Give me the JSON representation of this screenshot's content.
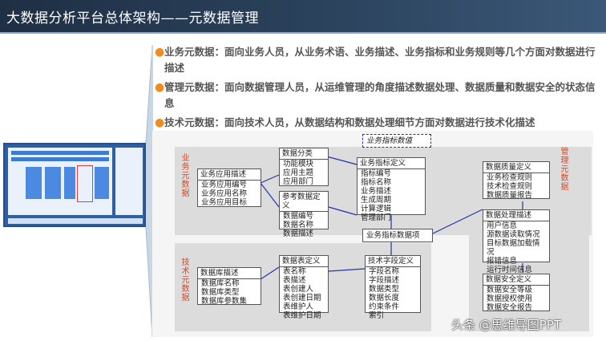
{
  "header": {
    "title": "大数据分析平台总体架构——元数据管理"
  },
  "bullets": [
    {
      "label": "业务元数据",
      "text": "：面向业务人员，从业务术语、业务描述、业务指标和业务规则等几个方面对数据进行描述"
    },
    {
      "label": "管理元数据",
      "text": "：面向数据管理人员，从运维管理的角度描述数据处理、数据质量和数据安全的状态信息"
    },
    {
      "label": "技术元数据",
      "text": "：面向技术人员，从数据结构和数据处理细节方面对数据进行技术化描述"
    }
  ],
  "diagram": {
    "labels": {
      "business": "业务元数据",
      "management": "管理元数据",
      "technical": "技术元数据"
    },
    "business_app": {
      "title": "业务应用描述",
      "rows": [
        "业务应用编号",
        "业务应用名称",
        "业务应用目标"
      ]
    },
    "data_category": {
      "title": "数据分类",
      "rows": [
        "功能模块",
        "应用主题",
        "应用部门"
      ]
    },
    "reference_data": {
      "title": "参考数据定义",
      "rows": [
        "数据编号",
        "数据名称",
        "数据描述"
      ]
    },
    "metric_value": {
      "title": "业务指标数值"
    },
    "metric_def": {
      "title": "业务指标定义",
      "rows": [
        "指标编号",
        "指标名称",
        "业务描述",
        "生成周期",
        "计算逻辑",
        "管理部门"
      ]
    },
    "metric_item": {
      "title": "业务指标数据项"
    },
    "quality": {
      "title": "数据质量定义",
      "rows": [
        "业务检查规则",
        "技术检查规则",
        "数据质量报告"
      ]
    },
    "processing": {
      "title": "数据处理描述",
      "rows": [
        "用户信息",
        "源数据读取情况",
        "目标数据加载情况",
        "报错信息",
        "运行时间信息"
      ]
    },
    "security": {
      "title": "数据安全定义",
      "rows": [
        "数据安全等级",
        "数据授权使用",
        "数据安全报告"
      ]
    },
    "db_desc": {
      "title": "数据库描述",
      "rows": [
        "数据库名称",
        "数据库类型",
        "数据库参数集"
      ]
    },
    "table_def": {
      "title": "数据表定义",
      "rows": [
        "表名称",
        "表描述",
        "表创建人",
        "表创建日期",
        "表维护人",
        "表维护日期"
      ]
    },
    "field_def": {
      "title": "技术字段定义",
      "rows": [
        "字段名称",
        "字段描述",
        "数据类型",
        "数据长度",
        "约束条件",
        "索引"
      ]
    }
  },
  "watermark": "头条 @思维导图PPT",
  "colors": {
    "accent": "#f08c1e",
    "header_bg": "#2d4560",
    "side_label": "#d24a2a",
    "arrow": "#2233aa"
  }
}
